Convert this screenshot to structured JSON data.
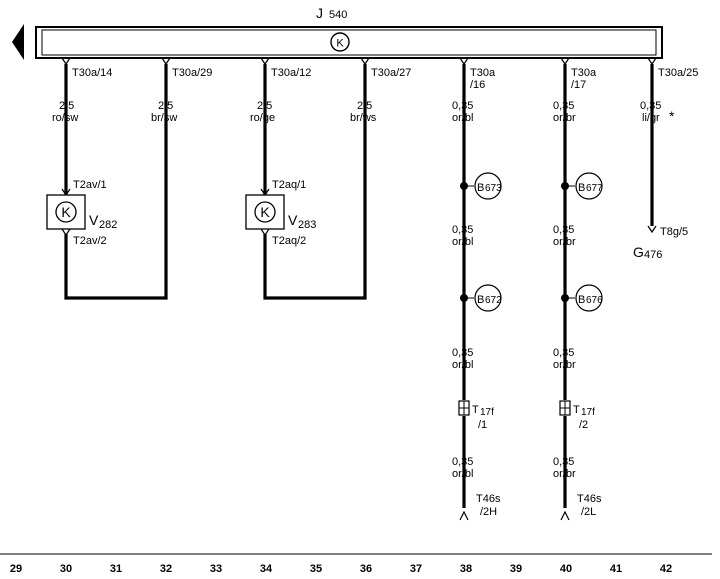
{
  "control_unit": {
    "name": "J",
    "num": "540"
  },
  "pins": [
    {
      "id": "p14",
      "label": "T30a/14"
    },
    {
      "id": "p29",
      "label": "T30a/29"
    },
    {
      "id": "p12",
      "label": "T30a/12"
    },
    {
      "id": "p27",
      "label": "T30a/27"
    },
    {
      "id": "p16",
      "label_line1": "T30a",
      "label_line2": "/16"
    },
    {
      "id": "p17",
      "label_line1": "T30a",
      "label_line2": "/17"
    },
    {
      "id": "p25",
      "label": "T30a/25"
    }
  ],
  "wires": {
    "w14": {
      "size": "2,5",
      "color": "ro/sw"
    },
    "w29": {
      "size": "2,5",
      "color": "br/sw"
    },
    "w12": {
      "size": "2,5",
      "color": "ro/ge"
    },
    "w27": {
      "size": "2,5",
      "color": "br/ws"
    },
    "w16a": {
      "size": "0,35",
      "color": "or/bl"
    },
    "w16b": {
      "size": "0,35",
      "color": "or/bl"
    },
    "w16c": {
      "size": "0,35",
      "color": "or/bl"
    },
    "w16d": {
      "size": "0,35",
      "color": "or/bl"
    },
    "w17a": {
      "size": "0,35",
      "color": "or/br"
    },
    "w17b": {
      "size": "0,35",
      "color": "or/br"
    },
    "w17c": {
      "size": "0,35",
      "color": "or/br"
    },
    "w17d": {
      "size": "0,35",
      "color": "or/br"
    },
    "w25": {
      "size": "0,35",
      "color": "li/gr",
      "mark": "*"
    }
  },
  "components": {
    "v282": {
      "name": "V",
      "num": "282",
      "top_pin": "T2av/1",
      "bottom_pin": "T2av/2"
    },
    "v283": {
      "name": "V",
      "num": "283",
      "top_pin": "T2aq/1",
      "bottom_pin": "T2aq/2"
    },
    "g476": {
      "name": "G",
      "num": "476",
      "pin": "T8g/5"
    }
  },
  "splices": {
    "b673": {
      "name": "B",
      "num": "673"
    },
    "b672": {
      "name": "B",
      "num": "672"
    },
    "b677": {
      "name": "B",
      "num": "677"
    },
    "b676": {
      "name": "B",
      "num": "676"
    }
  },
  "connectors": {
    "t17f1": {
      "name": "T",
      "num": "17f",
      "pin": "/1"
    },
    "t17f2": {
      "name": "T",
      "num": "17f",
      "pin": "/2"
    },
    "t46s2h": {
      "name": "T46s",
      "pin": "/2H"
    },
    "t46s2l": {
      "name": "T46s",
      "pin": "/2L"
    }
  },
  "ecu_symbol": "K",
  "grid_numbers": [
    "29",
    "30",
    "31",
    "32",
    "33",
    "34",
    "35",
    "36",
    "37",
    "38",
    "39",
    "40",
    "41",
    "42"
  ]
}
